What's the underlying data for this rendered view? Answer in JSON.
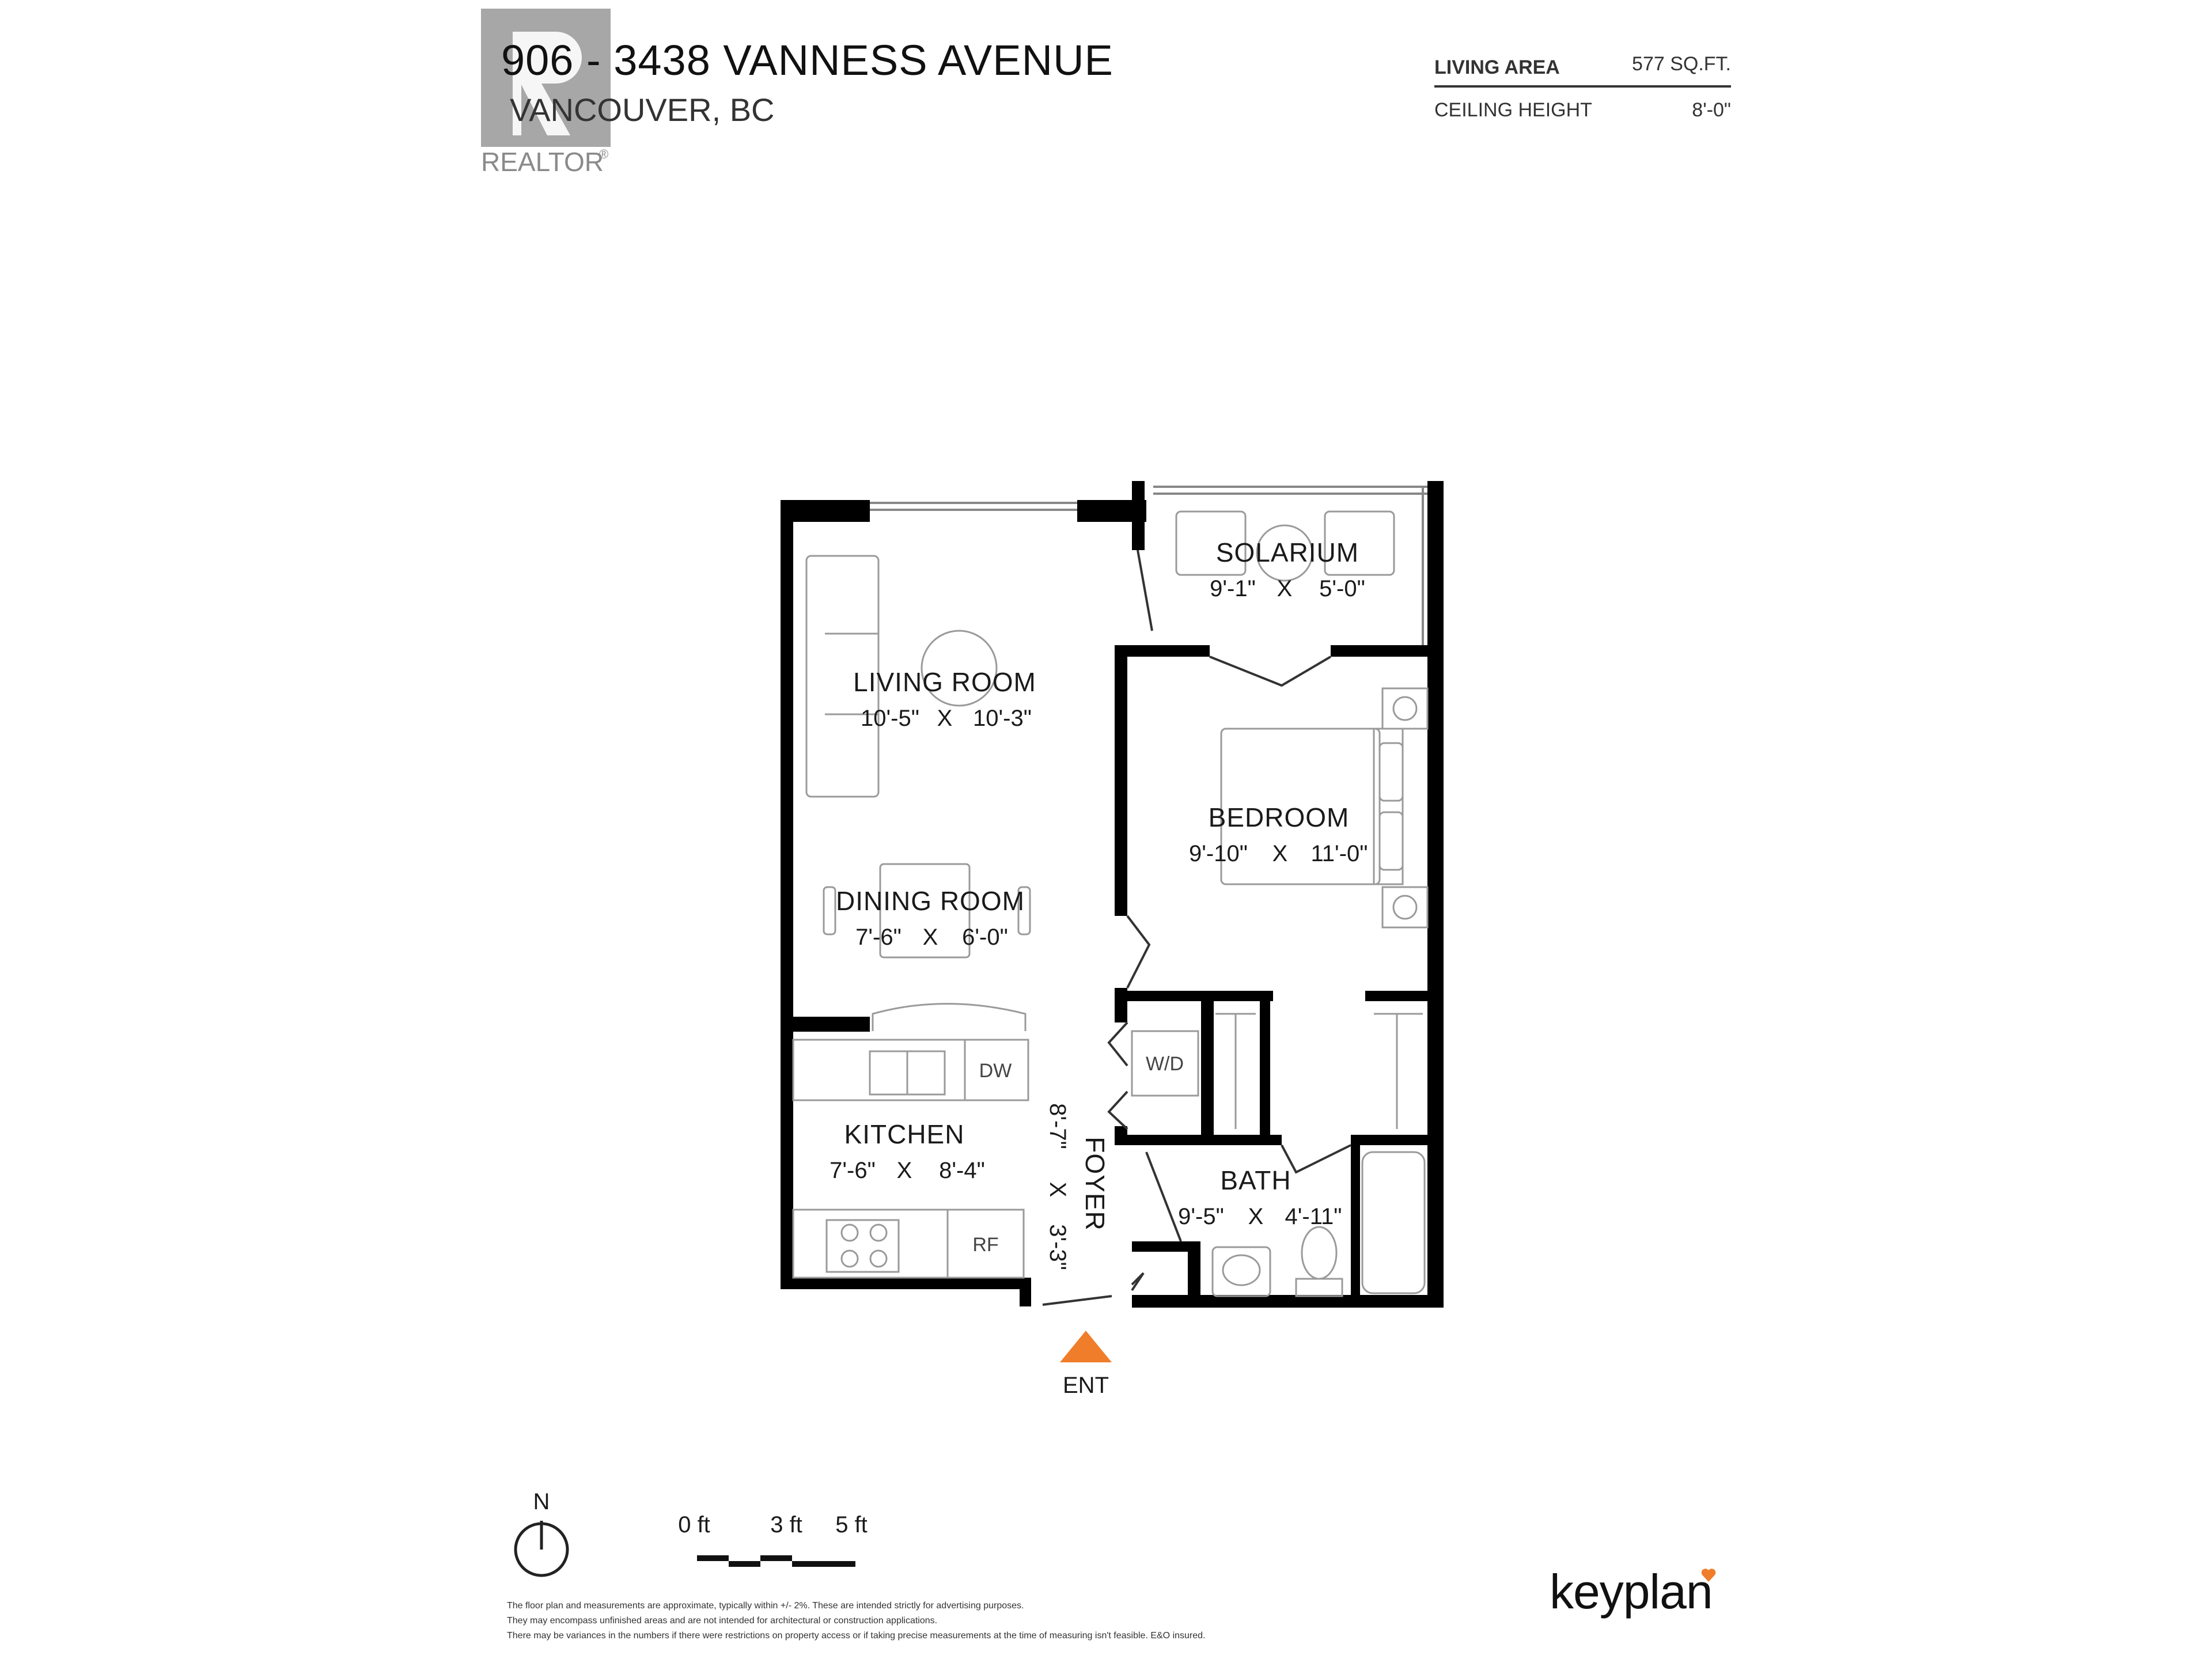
{
  "header": {
    "title": "906 - 3438 VANNESS AVENUE",
    "subtitle": "VANCOUVER, BC"
  },
  "logo": {
    "text": "REALTOR",
    "mark": "®"
  },
  "specs": [
    {
      "label": "LIVING AREA",
      "value": "577 SQ.FT."
    },
    {
      "label": "CEILING HEIGHT",
      "value": "8'-0\""
    }
  ],
  "rooms": {
    "solarium": {
      "name": "SOLARIUM",
      "width": "9'-1\"",
      "x": "X",
      "length": "5'-0\""
    },
    "living_room": {
      "name": "LIVING ROOM",
      "width": "10'-5\"",
      "x": "X",
      "length": "10'-3\""
    },
    "bedroom": {
      "name": "BEDROOM",
      "width": "9'-10\"",
      "x": "X",
      "length": "11'-0\""
    },
    "dining_room": {
      "name": "DINING ROOM",
      "width": "7'-6\"",
      "x": "X",
      "length": "6'-0\""
    },
    "kitchen": {
      "name": "KITCHEN",
      "width": "7'-6\"",
      "x": "X",
      "length": "8'-4\""
    },
    "foyer": {
      "name": "FOYER",
      "width": "8'-7\"",
      "x": "X",
      "length": "3'-3\""
    },
    "bath": {
      "name": "BATH",
      "width": "9'-5\"",
      "x": "X",
      "length": "4'-11\""
    }
  },
  "fixtures": {
    "washer_dryer": "W/D",
    "dishwasher": "DW",
    "refrigerator": "RF"
  },
  "entrance": {
    "label": "ENT",
    "color": "#f07d2a"
  },
  "compass": {
    "label": "N"
  },
  "scale": {
    "labels": [
      "0 ft",
      "3 ft",
      "5 ft"
    ]
  },
  "disclaimer": [
    "The floor plan and measurements are approximate, typically within +/- 2%. These are intended strictly for advertising purposes.",
    "They may encompass unfinished areas and are not intended for architectural or construction applications.",
    "There may be variances in the numbers if there were restrictions on property access or if taking precise measurements at the time of measuring isn't feasible. E&O insured."
  ],
  "brand": {
    "name": "keyplan",
    "accent": "#f07d2a"
  },
  "colors": {
    "wall": "#000000",
    "fixture": "#9a9a9a",
    "window": "#888888"
  }
}
